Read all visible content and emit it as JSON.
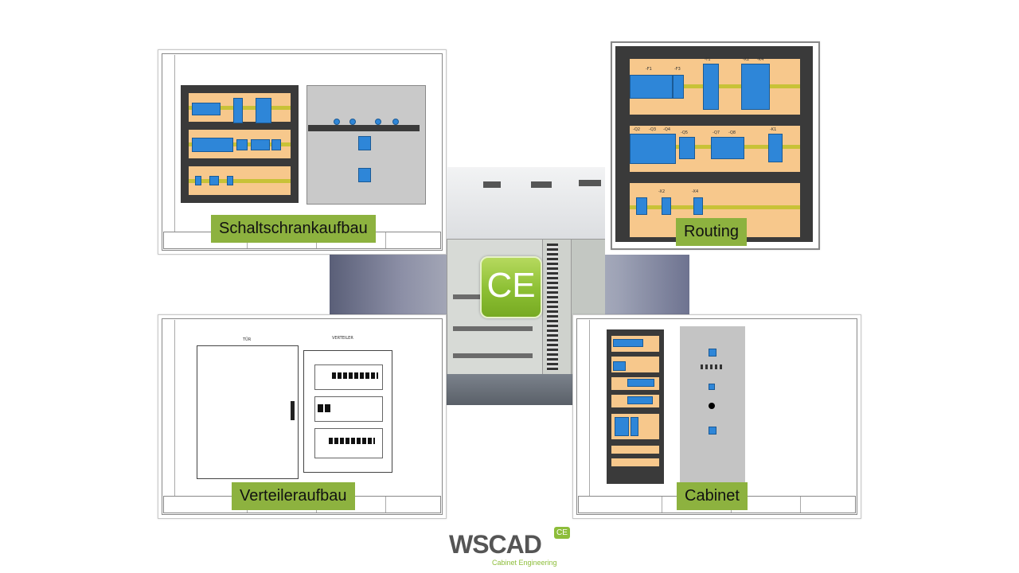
{
  "captions": {
    "top_left": "Schaltschrankaufbau",
    "top_right": "Routing",
    "bottom_left": "Verteileraufbau",
    "bottom_right": "Cabinet"
  },
  "center_badge": {
    "text": "CE"
  },
  "logo": {
    "brand": "WSCAD",
    "badge": "CE",
    "tagline": "Cabinet Engineering"
  },
  "drawing_labels": {
    "door": "TÜR",
    "distributor": "VERTEILER"
  },
  "routing_labels": [
    "-F1",
    "-F3",
    "-T1",
    "-X2",
    "-K4",
    "-Q2",
    "-Q3",
    "-Q4",
    "-Q5",
    "-Q7",
    "-Q8",
    "-K1",
    "-X2",
    "-X4"
  ],
  "colors": {
    "caption_bg": "#8db23f",
    "component_blue": "#2e86d8",
    "panel_orange": "#f7c88c",
    "rail_yellow": "#c8c237",
    "logo_green": "#8dbd3a"
  }
}
